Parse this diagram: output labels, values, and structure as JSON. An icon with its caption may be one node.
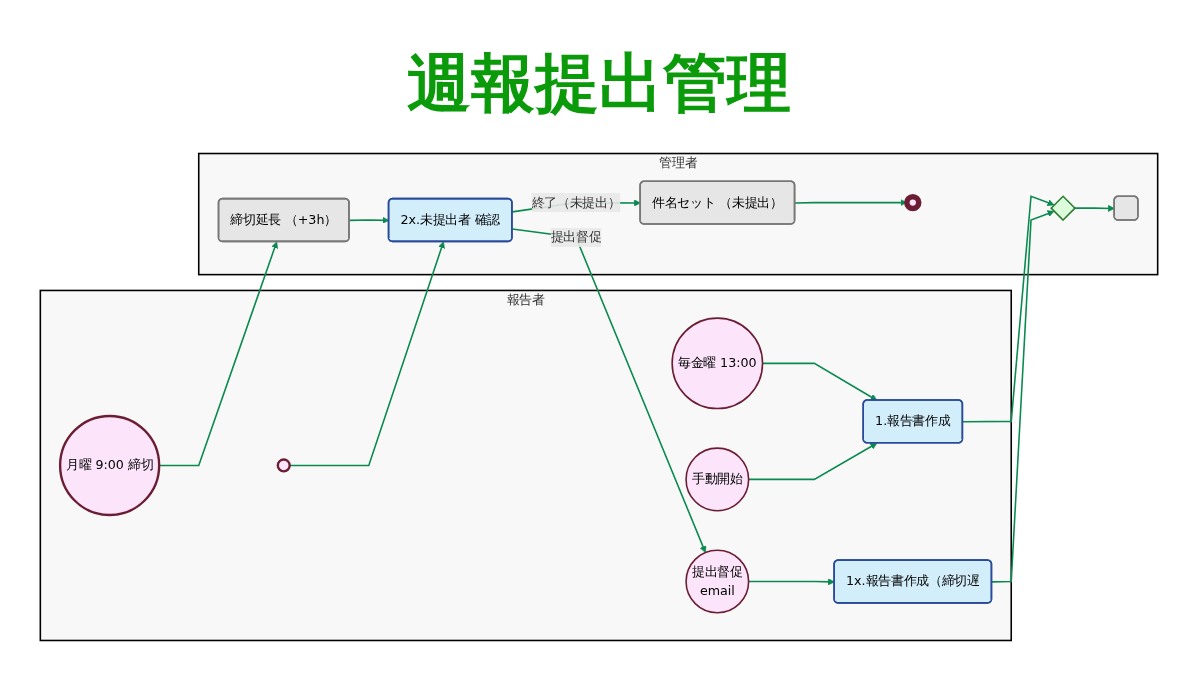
{
  "diagram": {
    "title": "週報提出管理",
    "nodes": [
      {
        "text": [
          "報告者"
        ]
      },
      {
        "text": [
          "毎金曜 13:00"
        ],
        "in": 0
      },
      {
        "text": [
          "1.報告書作成"
        ],
        "in": 0
      },
      {
        "text": [
          "月曜 9:00 締切"
        ],
        "in": 0
      },
      {
        "text": [
          "手動開始"
        ],
        "in": 0
      },
      {
        "text": [
          "提出督促",
          "email"
        ],
        "in": 0
      },
      {
        "text": [
          "1x.報告書作成（締切遅"
        ],
        "in": 0
      },
      {
        "text": [],
        "shape": "circle",
        "in": 0
      },
      {
        "text": [
          "管理者"
        ]
      },
      {
        "text": [
          "締切延長 （+3h）"
        ],
        "in": 8
      },
      {
        "text": [
          "2x.未提出者 確認"
        ],
        "in": 8
      },
      {
        "text": [
          "件名セット （未提出）"
        ],
        "in": 8
      },
      {
        "text": [],
        "shape": "circle",
        "in": 8
      },
      {
        "text": [],
        "shape": "diamond",
        "in": 8
      },
      {
        "text": [],
        "shape": "box",
        "in": 8
      }
    ],
    "edges": [
      {
        "from": 1,
        "to": 2,
        "arrow": "to"
      },
      {
        "from": 4,
        "to": 2,
        "arrow": "to"
      },
      {
        "from": 2,
        "to": 13,
        "arrow": "to"
      },
      {
        "from": 3,
        "to": 9,
        "arrow": "to"
      },
      {
        "from": 9,
        "to": 10,
        "arrow": "to"
      },
      {
        "from": 10,
        "to": 5,
        "arrow": "to",
        "label": "提出督促"
      },
      {
        "from": 5,
        "to": 6,
        "arrow": "to"
      },
      {
        "from": 7,
        "to": 10,
        "arrow": "to"
      },
      {
        "from": 10,
        "to": 11,
        "arrow": "to",
        "label": "終了（未提出）"
      },
      {
        "from": 11,
        "to": 12,
        "arrow": "to"
      },
      {
        "from": 6,
        "to": 13,
        "arrow": "to"
      },
      {
        "from": 13,
        "to": 14,
        "arrow": "to"
      }
    ]
  }
}
